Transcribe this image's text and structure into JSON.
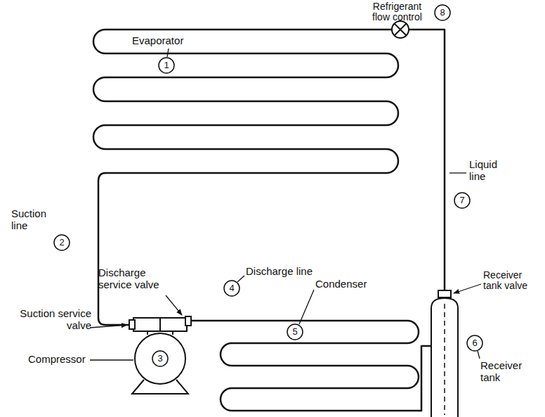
{
  "diagram": {
    "labels": [
      "Refrigerant flow control",
      "8",
      "Evaporator",
      "1",
      "Liquid line",
      "7",
      "Suction line",
      "2",
      "Discharge service valve",
      "Discharge line",
      "4",
      "Condenser",
      "5",
      "Suction service valve",
      "Receiver tank valve",
      "6",
      "Receiver tank",
      "Compressor",
      "3"
    ]
  }
}
